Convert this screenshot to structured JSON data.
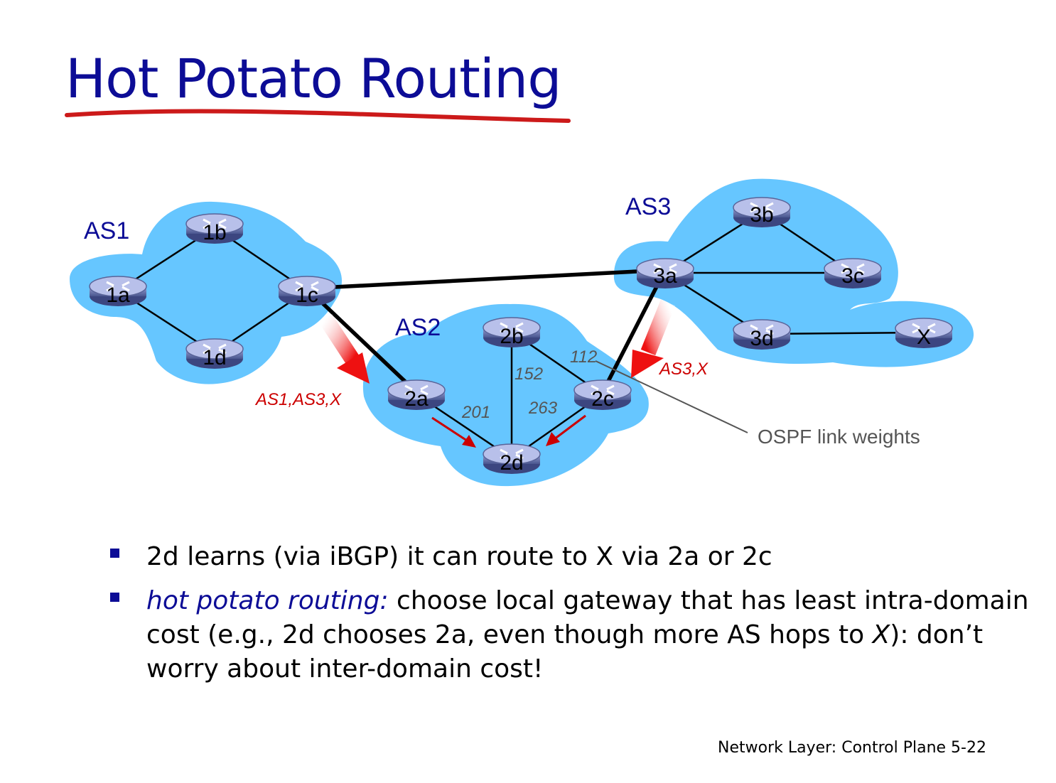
{
  "slide": {
    "title": "Hot Potato Routing",
    "footer": "Network Layer: Control Plane  5-22"
  },
  "diagram": {
    "as_labels": {
      "as1": "AS1",
      "as2": "AS2",
      "as3": "AS3"
    },
    "routers": {
      "r1a": "1a",
      "r1b": "1b",
      "r1c": "1c",
      "r1d": "1d",
      "r2a": "2a",
      "r2b": "2b",
      "r2c": "2c",
      "r2d": "2d",
      "r3a": "3a",
      "r3b": "3b",
      "r3c": "3c",
      "r3d": "3d",
      "rx": "X"
    },
    "weights": {
      "w112": "112",
      "w152": "152",
      "w201": "201",
      "w263": "263"
    },
    "route_labels": {
      "as1_as3_x": "AS1,AS3,X",
      "as3_x": "AS3,X"
    },
    "ospf_label": "OSPF link weights"
  },
  "bullets": {
    "b1": "2d learns (via iBGP) it can route to X via 2a or 2c",
    "b2_em": "hot potato routing:",
    "b2_a": " choose local gateway that has least intra-domain cost (e.g., 2d chooses 2a, even though more AS hops to ",
    "b2_x": "X",
    "b2_b": "): don’t worry about inter-domain cost!"
  },
  "colors": {
    "title": "#0c0c96",
    "cloud": "#66c6ff",
    "route": "#cc0000"
  }
}
